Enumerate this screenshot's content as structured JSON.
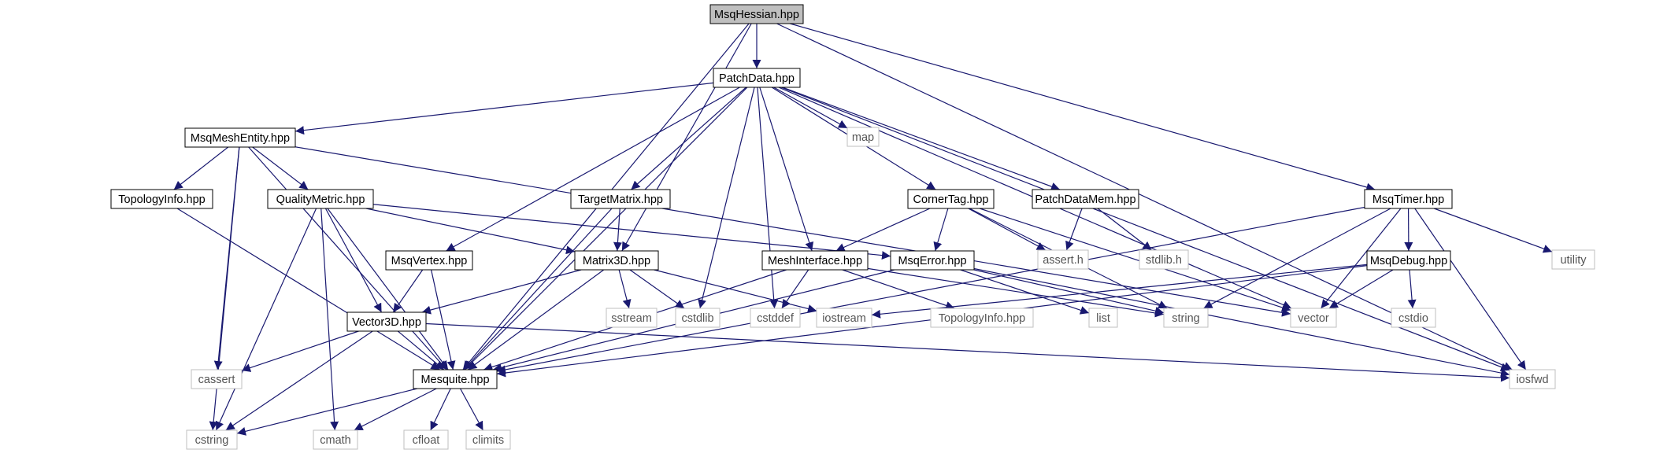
{
  "colors": {
    "edge": "#191970",
    "node_border": "#000000",
    "root_fill": "#bfbfbf",
    "external_border": "#bfbfbf",
    "background": "#ffffff"
  },
  "nodes": [
    {
      "id": "msqhessian",
      "label": "MsqHessian.hpp",
      "kind": "root"
    },
    {
      "id": "patchdata",
      "label": "PatchData.hpp",
      "kind": "header"
    },
    {
      "id": "msqmeshentity",
      "label": "MsqMeshEntity.hpp",
      "kind": "header"
    },
    {
      "id": "map",
      "label": "map",
      "kind": "external"
    },
    {
      "id": "topologyinfo",
      "label": "TopologyInfo.hpp",
      "kind": "header"
    },
    {
      "id": "qualitymetric",
      "label": "QualityMetric.hpp",
      "kind": "header"
    },
    {
      "id": "targetmatrix",
      "label": "TargetMatrix.hpp",
      "kind": "header"
    },
    {
      "id": "cornertag",
      "label": "CornerTag.hpp",
      "kind": "header"
    },
    {
      "id": "patchdatamem",
      "label": "PatchDataMem.hpp",
      "kind": "header"
    },
    {
      "id": "msqtimer",
      "label": "MsqTimer.hpp",
      "kind": "header"
    },
    {
      "id": "msqvertex",
      "label": "MsqVertex.hpp",
      "kind": "header"
    },
    {
      "id": "matrix3d",
      "label": "Matrix3D.hpp",
      "kind": "header"
    },
    {
      "id": "meshinterface",
      "label": "MeshInterface.hpp",
      "kind": "header"
    },
    {
      "id": "msqerror",
      "label": "MsqError.hpp",
      "kind": "header"
    },
    {
      "id": "asserth",
      "label": "assert.h",
      "kind": "external"
    },
    {
      "id": "stdlibh",
      "label": "stdlib.h",
      "kind": "external"
    },
    {
      "id": "msqdebug",
      "label": "MsqDebug.hpp",
      "kind": "header"
    },
    {
      "id": "utility",
      "label": "utility",
      "kind": "external"
    },
    {
      "id": "vector3d",
      "label": "Vector3D.hpp",
      "kind": "header"
    },
    {
      "id": "sstream",
      "label": "sstream",
      "kind": "external"
    },
    {
      "id": "cstdlib",
      "label": "cstdlib",
      "kind": "external"
    },
    {
      "id": "cstddef",
      "label": "cstddef",
      "kind": "external"
    },
    {
      "id": "iostream",
      "label": "iostream",
      "kind": "external"
    },
    {
      "id": "topologyinfo2",
      "label": "TopologyInfo.hpp",
      "kind": "external"
    },
    {
      "id": "list",
      "label": "list",
      "kind": "external"
    },
    {
      "id": "string",
      "label": "string",
      "kind": "external"
    },
    {
      "id": "vector",
      "label": "vector",
      "kind": "external"
    },
    {
      "id": "cstdio",
      "label": "cstdio",
      "kind": "external"
    },
    {
      "id": "cassert",
      "label": "cassert",
      "kind": "external"
    },
    {
      "id": "mesquite",
      "label": "Mesquite.hpp",
      "kind": "header"
    },
    {
      "id": "iosfwd",
      "label": "iosfwd",
      "kind": "external"
    },
    {
      "id": "cstring",
      "label": "cstring",
      "kind": "external"
    },
    {
      "id": "cmath",
      "label": "cmath",
      "kind": "external"
    },
    {
      "id": "cfloat",
      "label": "cfloat",
      "kind": "external"
    },
    {
      "id": "climits",
      "label": "climits",
      "kind": "external"
    }
  ],
  "edges": [
    [
      "msqhessian",
      "patchdata"
    ],
    [
      "msqhessian",
      "mesquite"
    ],
    [
      "msqhessian",
      "matrix3d"
    ],
    [
      "msqhessian",
      "msqtimer"
    ],
    [
      "msqhessian",
      "iosfwd"
    ],
    [
      "patchdata",
      "msqmeshentity"
    ],
    [
      "patchdata",
      "map"
    ],
    [
      "patchdata",
      "targetmatrix"
    ],
    [
      "patchdata",
      "cornertag"
    ],
    [
      "patchdata",
      "patchdatamem"
    ],
    [
      "patchdata",
      "msqvertex"
    ],
    [
      "patchdata",
      "meshinterface"
    ],
    [
      "patchdata",
      "cstdlib"
    ],
    [
      "patchdata",
      "cstddef"
    ],
    [
      "patchdata",
      "vector"
    ],
    [
      "patchdata",
      "iosfwd"
    ],
    [
      "patchdata",
      "mesquite"
    ],
    [
      "msqmeshentity",
      "topologyinfo"
    ],
    [
      "msqmeshentity",
      "qualitymetric"
    ],
    [
      "msqmeshentity",
      "cassert"
    ],
    [
      "msqmeshentity",
      "cstring"
    ],
    [
      "msqmeshentity",
      "vector"
    ],
    [
      "msqmeshentity",
      "mesquite"
    ],
    [
      "topologyinfo",
      "mesquite"
    ],
    [
      "qualitymetric",
      "vector3d"
    ],
    [
      "qualitymetric",
      "matrix3d"
    ],
    [
      "qualitymetric",
      "msqerror"
    ],
    [
      "qualitymetric",
      "cstring"
    ],
    [
      "qualitymetric",
      "cmath"
    ],
    [
      "qualitymetric",
      "mesquite"
    ],
    [
      "targetmatrix",
      "matrix3d"
    ],
    [
      "targetmatrix",
      "mesquite"
    ],
    [
      "cornertag",
      "meshinterface"
    ],
    [
      "cornertag",
      "msqerror"
    ],
    [
      "cornertag",
      "asserth"
    ],
    [
      "cornertag",
      "vector"
    ],
    [
      "cornertag",
      "string"
    ],
    [
      "patchdatamem",
      "asserth"
    ],
    [
      "patchdatamem",
      "stdlibh"
    ],
    [
      "msqtimer",
      "msqdebug"
    ],
    [
      "msqtimer",
      "utility"
    ],
    [
      "msqtimer",
      "iosfwd"
    ],
    [
      "msqtimer",
      "vector"
    ],
    [
      "msqtimer",
      "string"
    ],
    [
      "msqtimer",
      "mesquite"
    ],
    [
      "msqvertex",
      "vector3d"
    ],
    [
      "msqvertex",
      "mesquite"
    ],
    [
      "matrix3d",
      "vector3d"
    ],
    [
      "matrix3d",
      "sstream"
    ],
    [
      "matrix3d",
      "cstdlib"
    ],
    [
      "matrix3d",
      "iostream"
    ],
    [
      "matrix3d",
      "mesquite"
    ],
    [
      "meshinterface",
      "cstddef"
    ],
    [
      "meshinterface",
      "topologyinfo2"
    ],
    [
      "meshinterface",
      "string"
    ],
    [
      "meshinterface",
      "mesquite"
    ],
    [
      "msqerror",
      "list"
    ],
    [
      "msqerror",
      "string"
    ],
    [
      "msqerror",
      "iosfwd"
    ],
    [
      "msqerror",
      "mesquite"
    ],
    [
      "msqdebug",
      "vector"
    ],
    [
      "msqdebug",
      "cstdio"
    ],
    [
      "msqdebug",
      "iostream"
    ],
    [
      "msqdebug",
      "mesquite"
    ],
    [
      "vector3d",
      "mesquite"
    ],
    [
      "vector3d",
      "cassert"
    ],
    [
      "vector3d",
      "cstring"
    ],
    [
      "vector3d",
      "iosfwd"
    ],
    [
      "mesquite",
      "cstring"
    ],
    [
      "mesquite",
      "cmath"
    ],
    [
      "mesquite",
      "cfloat"
    ],
    [
      "mesquite",
      "climits"
    ]
  ]
}
